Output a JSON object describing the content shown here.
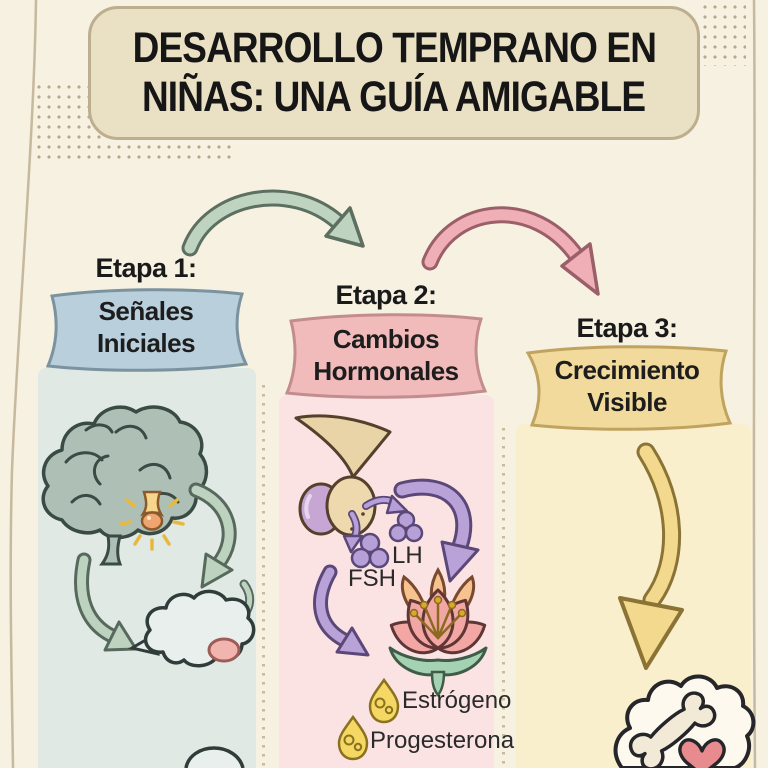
{
  "header": {
    "title_line1": "DESARROLLO TEMPRANO EN",
    "title_line2": "NIÑAS: UNA GUÍA AMIGABLE"
  },
  "stages": [
    {
      "step_label": "Etapa 1:",
      "banner": "Señales Iniciales",
      "banner_color": "#b9cfdc",
      "banner_border": "#7b929f",
      "column_color": "#e0e9e3"
    },
    {
      "step_label": "Etapa 2:",
      "banner": "Cambios Hormonales",
      "banner_color": "#f1bbbb",
      "banner_border": "#c38d90",
      "column_color": "#fae3e2"
    },
    {
      "step_label": "Etapa 3:",
      "banner": "Crecimiento Visible",
      "banner_color": "#f1da9b",
      "banner_border": "#c0a35e",
      "column_color": "#f9efcd"
    }
  ],
  "stage2_labels": {
    "lh": "LH",
    "fsh": "FSH",
    "estrogen": "Estrógeno",
    "progesterone": "Progesterona"
  },
  "icons": {
    "stage1": [
      "brain-icon",
      "pituitary-glow-icon",
      "signal-arrow-icon",
      "gland-cloud-icon"
    ],
    "stage2": [
      "pituitary-gland-icon",
      "lh-molecule-icon",
      "fsh-molecule-icon",
      "hormone-arrow-icon",
      "flower-icon",
      "estrogen-droplet-icon",
      "progesterone-droplet-icon"
    ],
    "stage3": [
      "growth-arrow-icon",
      "growth-cloud-icon",
      "bone-icon",
      "heart-icon"
    ]
  },
  "colors": {
    "background": "#f7f1e1",
    "title_banner": "#eae0c4",
    "title_banner_border": "#bcae8e",
    "stage1_arrow": "#bed4c0",
    "stage2_arrow": "#f0afb6",
    "hormone_arrow": "#b9a2d8",
    "growth_arrow": "#f3d98e",
    "droplet": "#f5d763",
    "heart": "#e88b8e"
  }
}
